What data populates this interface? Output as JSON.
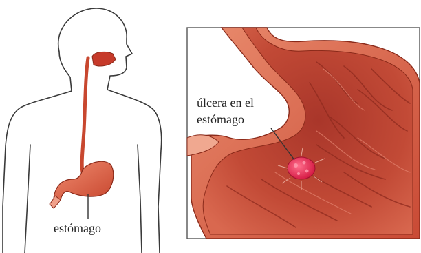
{
  "labels": {
    "stomach": "estómago",
    "ulcer_line1": "úlcera en el",
    "ulcer_line2": "estómago"
  },
  "colors": {
    "outline": "#3a3a3a",
    "stomach_wall": "#d9604a",
    "stomach_inner": "#b8402e",
    "ulcer": "#e0204a",
    "frame": "#555555"
  }
}
